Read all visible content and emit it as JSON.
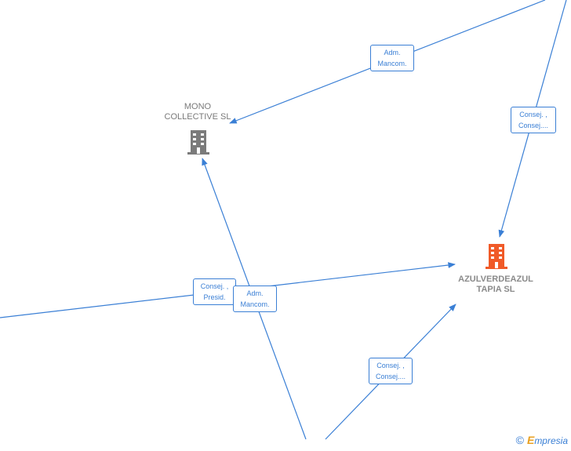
{
  "nodes": {
    "mono": {
      "line1": "MONO",
      "line2": "COLLECTIVE  SL",
      "icon": "building-icon",
      "color": "#7b7b7b"
    },
    "azul": {
      "line1": "AZULVERDEAZUL",
      "line2": "TAPIA  SL",
      "icon": "building-icon",
      "color": "#f05a28"
    }
  },
  "edges": [
    {
      "id": "adm-mancom-top",
      "line1": "Adm.",
      "line2": "Mancom."
    },
    {
      "id": "consej-consej-right",
      "line1": "Consej. ,",
      "line2": "Consej...."
    },
    {
      "id": "consej-presid",
      "line1": "Consej. ,",
      "line2": "Presid."
    },
    {
      "id": "adm-mancom-mid",
      "line1": "Adm.",
      "line2": "Mancom."
    },
    {
      "id": "consej-consej-bottom",
      "line1": "Consej. ,",
      "line2": "Consej...."
    }
  ],
  "brand": {
    "copyright": "©",
    "initial": "E",
    "name": "mpresia"
  }
}
